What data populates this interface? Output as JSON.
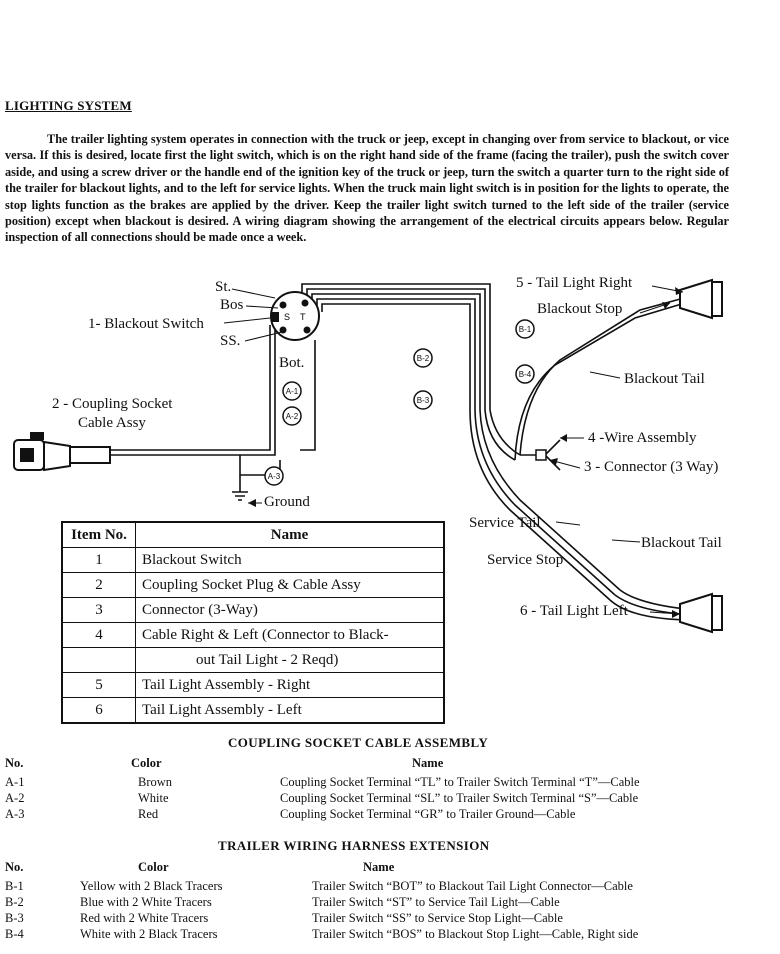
{
  "heading": "LIGHTING SYSTEM",
  "intro": "The trailer lighting system operates in connection with the truck or jeep, except in changing over from service to blackout, or vice versa. If this is desired, locate first the light switch, which is on the right hand side of the frame (facing the trailer), push the switch cover aside, and using a screw driver or the handle end of the ignition key of the truck or jeep, turn the switch a quarter turn to the right side of the trailer for blackout lights, and to the left for service lights. When the truck main light switch is in position for the lights to operate, the stop lights function as the brakes are applied by the driver. Keep the trailer light switch turned to the left side of the trailer (service position) except when blackout is desired. A wiring diagram showing the arrangement of the electrical circuits appears below. Regular inspection of all connections should be made once a week.",
  "diagram": {
    "labels": {
      "st": "St.",
      "bos": "Bos",
      "blackout_switch": "1- Blackout Switch",
      "ss": "SS.",
      "bot": "Bot.",
      "coupling_socket_1": "2 - Coupling Socket",
      "coupling_socket_2": "Cable Assy",
      "ground": "Ground",
      "tail_light_right": "5 - Tail Light Right",
      "blackout_stop": "Blackout Stop",
      "blackout_tail_1": "Blackout Tail",
      "wire_assembly": "4 -Wire Assembly",
      "connector": "3 - Connector (3 Way)",
      "service_tail": "Service Tail",
      "blackout_tail_2": "Blackout Tail",
      "service_stop": "Service Stop",
      "tail_light_left": "6 - Tail Light Left"
    },
    "switch_terminals": {
      "s": "S",
      "t": "T"
    },
    "tags": [
      "A-1",
      "A-2",
      "A-3",
      "B-1",
      "B-2",
      "B-3",
      "B-4"
    ]
  },
  "items_table": {
    "headers": [
      "Item No.",
      "Name"
    ],
    "rows": [
      {
        "no": "1",
        "name": "Blackout Switch",
        "name2": ""
      },
      {
        "no": "2",
        "name": "Coupling Socket Plug & Cable Assy",
        "name2": ""
      },
      {
        "no": "3",
        "name": "Connector (3-Way)",
        "name2": ""
      },
      {
        "no": "4",
        "name": "Cable Right & Left (Connector to Black-",
        "name2": "out Tail Light - 2 Reqd)"
      },
      {
        "no": "5",
        "name": "Tail Light Assembly - Right",
        "name2": ""
      },
      {
        "no": "6",
        "name": "Tail Light Assembly - Left",
        "name2": ""
      }
    ]
  },
  "coupling": {
    "title": "COUPLING SOCKET CABLE ASSEMBLY",
    "headers": {
      "no": "No.",
      "color": "Color",
      "name": "Name"
    },
    "rows": [
      {
        "no": "A-1",
        "color": "Brown",
        "name": "Coupling Socket Terminal “TL” to Trailer Switch Terminal “T”—Cable"
      },
      {
        "no": "A-2",
        "color": "White",
        "name": "Coupling Socket Terminal “SL” to Trailer Switch Terminal “S”—Cable"
      },
      {
        "no": "A-3",
        "color": "Red",
        "name": "Coupling Socket Terminal “GR” to Trailer Ground—Cable"
      }
    ]
  },
  "harness": {
    "title": "TRAILER WIRING HARNESS EXTENSION",
    "headers": {
      "no": "No.",
      "color": "Color",
      "name": "Name"
    },
    "rows": [
      {
        "no": "B-1",
        "color": "Yellow with 2 Black Tracers",
        "name": "Trailer Switch “BOT” to Blackout Tail Light Connector—Cable"
      },
      {
        "no": "B-2",
        "color": "Blue with 2 White Tracers",
        "name": "Trailer Switch “ST” to Service Tail Light—Cable"
      },
      {
        "no": "B-3",
        "color": "Red with 2 White Tracers",
        "name": "Trailer Switch “SS” to Service Stop Light—Cable"
      },
      {
        "no": "B-4",
        "color": "White with 2 Black Tracers",
        "name": "Trailer Switch “BOS” to Blackout Stop Light—Cable, Right side"
      }
    ]
  }
}
